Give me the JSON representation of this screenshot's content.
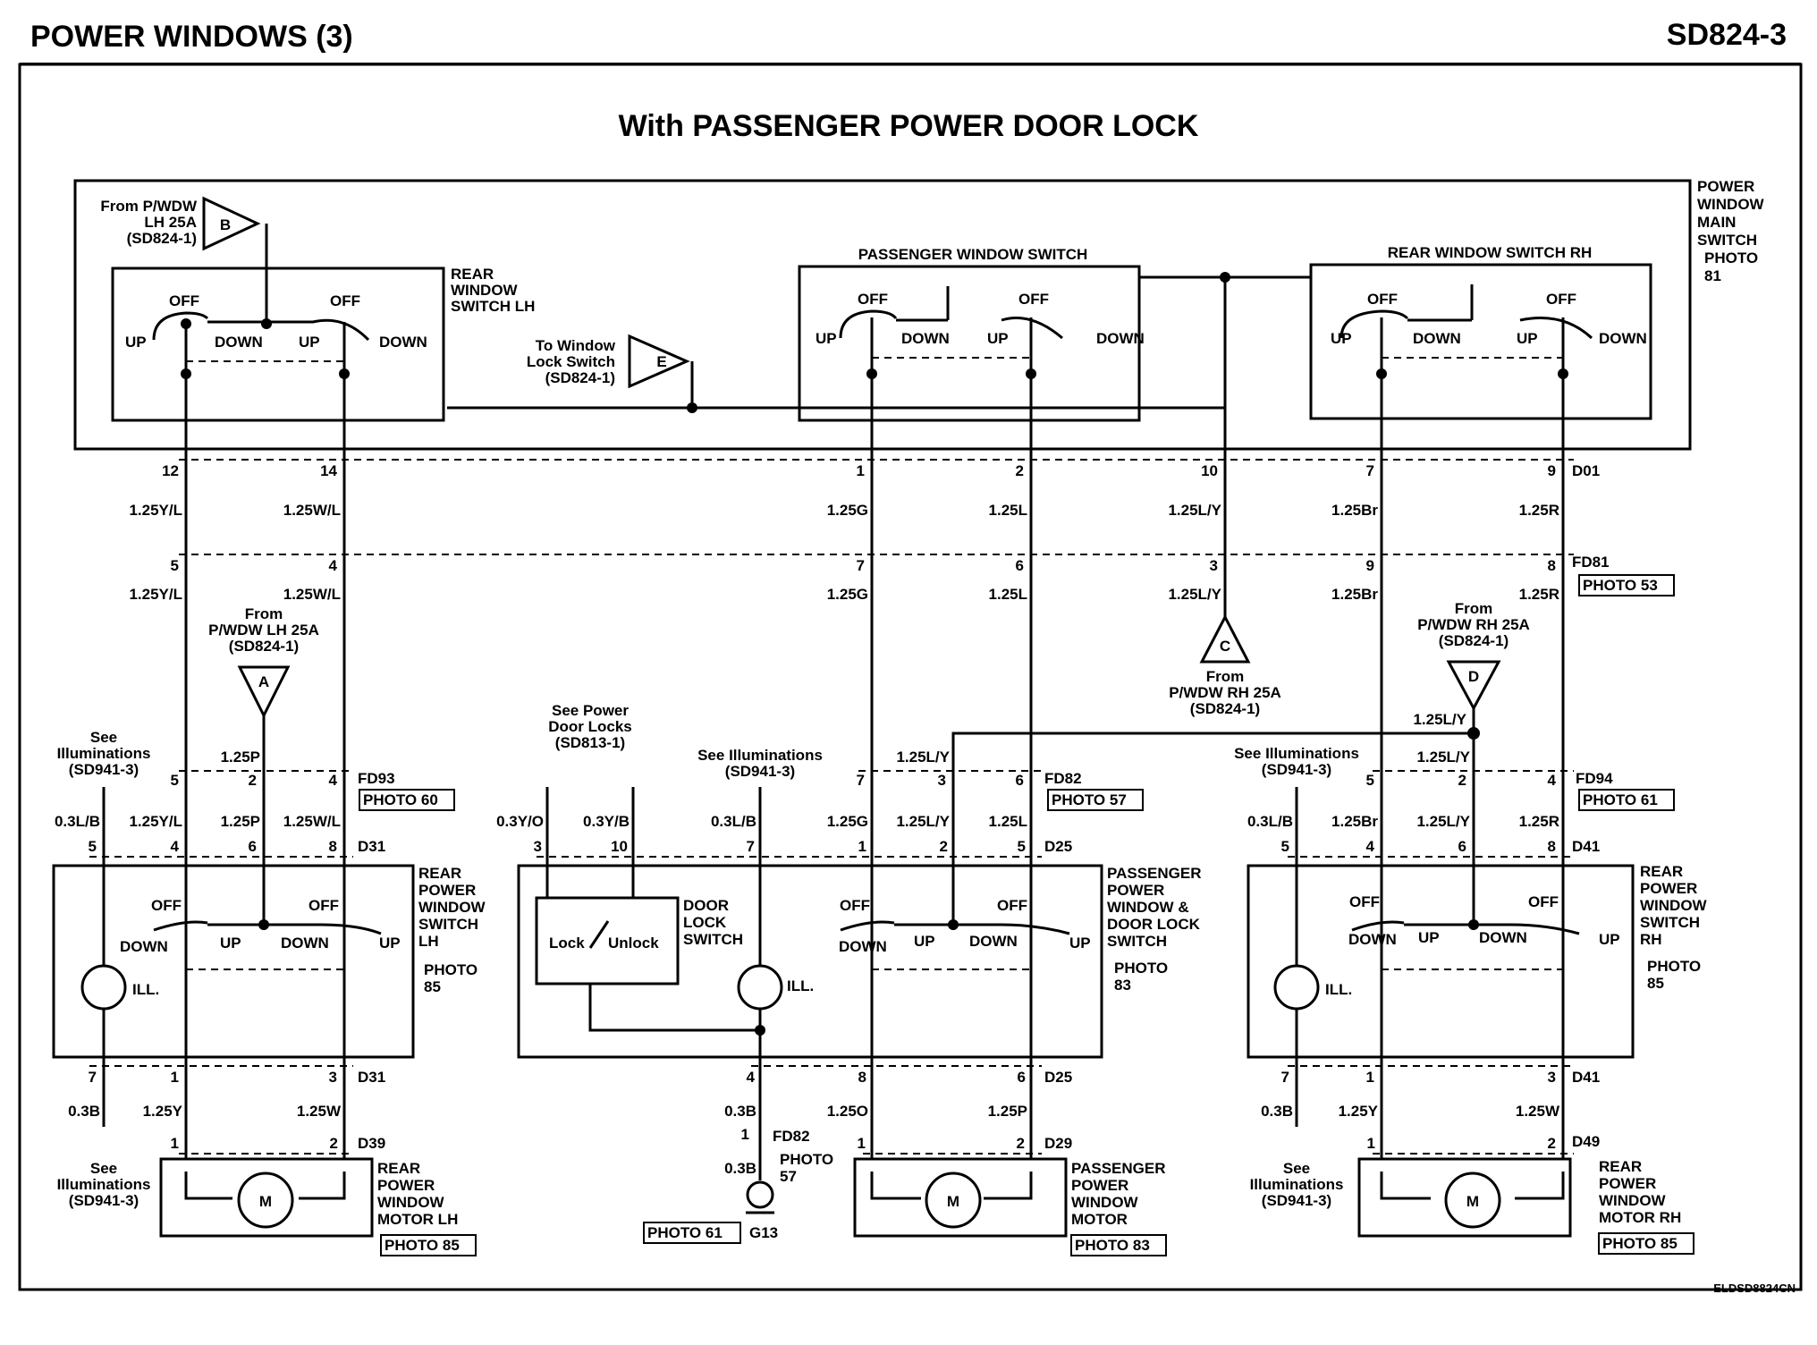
{
  "page": {
    "title": "POWER WINDOWS (3)",
    "code": "SD824-3",
    "subtitle": "With PASSENGER POWER DOOR LOCK",
    "footer_code": "ELDSD8824CN"
  },
  "main_switch": {
    "label": [
      "POWER",
      "WINDOW",
      "MAIN",
      "SWITCH"
    ],
    "photo": [
      "PHOTO",
      "81"
    ],
    "from_b": [
      "From P/WDW",
      "LH 25A",
      "(SD824-1)"
    ],
    "connector_b": "B",
    "to_e": [
      "To Window",
      "Lock Switch",
      "(SD824-1)"
    ],
    "connector_e": "E",
    "rear_lh_label": [
      "REAR",
      "WINDOW",
      "SWITCH LH"
    ],
    "passenger_label": "PASSENGER WINDOW SWITCH",
    "rear_rh_label": "REAR WINDOW SWITCH RH",
    "off": "OFF",
    "up": "UP",
    "down": "DOWN"
  },
  "wires": {
    "d01": {
      "pins": [
        "12",
        "14",
        "1",
        "2",
        "10",
        "7",
        "9"
      ],
      "tag": "D01",
      "colors": [
        "1.25Y/L",
        "1.25W/L",
        "1.25G",
        "1.25L",
        "1.25L/Y",
        "1.25Br",
        "1.25R"
      ]
    },
    "fd81": {
      "pins": [
        "5",
        "4",
        "7",
        "6",
        "3",
        "9",
        "8"
      ],
      "tag": "FD81",
      "photo": "PHOTO 53",
      "colors": [
        "1.25Y/L",
        "1.25W/L",
        "1.25G",
        "1.25L",
        "1.25L/Y",
        "1.25Br",
        "1.25R"
      ]
    },
    "from_a": [
      "From",
      "P/WDW LH 25A",
      "(SD824-1)"
    ],
    "connector_a": "A",
    "from_c": [
      "From",
      "P/WDW RH 25A",
      "(SD824-1)"
    ],
    "connector_c": "C",
    "from_d": [
      "From",
      "P/WDW RH 25A",
      "(SD824-1)"
    ],
    "connector_d": "D",
    "see_illum": [
      "See",
      "Illuminations",
      "(SD941-3)"
    ],
    "see_illum_b": [
      "See Illuminations",
      "(SD941-3)"
    ],
    "see_door_locks": [
      "See Power",
      "Door Locks",
      "(SD813-1)"
    ],
    "fd93": {
      "pins": [
        "5",
        "2",
        "4"
      ],
      "tag": "FD93",
      "photo": "PHOTO 60",
      "mid": "1.25P"
    },
    "fd82": {
      "pins": [
        "7",
        "3",
        "6"
      ],
      "tag": "FD82",
      "photo": "PHOTO 57",
      "mid": "1.25L/Y"
    },
    "fd94": {
      "pins": [
        "5",
        "2",
        "4"
      ],
      "tag": "FD94",
      "photo": "PHOTO 61",
      "mid": "1.25L/Y"
    },
    "junction_rh": "1.25L/Y"
  },
  "rear_lh": {
    "top_pins": [
      "5",
      "4",
      "6",
      "8"
    ],
    "top_tag": "D31",
    "top_colors": [
      "0.3L/B",
      "1.25Y/L",
      "1.25P",
      "1.25W/L"
    ],
    "label": [
      "REAR",
      "POWER",
      "WINDOW",
      "SWITCH",
      "LH"
    ],
    "photo": [
      "PHOTO",
      "85"
    ],
    "bottom_pins": [
      "7",
      "1",
      "3"
    ],
    "bottom_tag": "D31",
    "bottom_colors": [
      "0.3B",
      "1.25Y",
      "1.25W"
    ],
    "motor_pins": [
      "1",
      "2"
    ],
    "motor_tag": "D39",
    "motor_label": [
      "REAR",
      "POWER",
      "WINDOW",
      "MOTOR LH"
    ],
    "motor_photo": "PHOTO 85",
    "ill": "ILL.",
    "m": "M"
  },
  "passenger": {
    "top_pins": [
      "3",
      "10",
      "7",
      "1",
      "2",
      "5"
    ],
    "top_tag": "D25",
    "top_colors": [
      "0.3Y/O",
      "0.3Y/B",
      "0.3L/B",
      "1.25G",
      "1.25L/Y",
      "1.25L"
    ],
    "label": [
      "PASSENGER",
      "POWER",
      "WINDOW &",
      "DOOR LOCK",
      "SWITCH"
    ],
    "photo": [
      "PHOTO",
      "83"
    ],
    "door_lock": [
      "DOOR",
      "LOCK",
      "SWITCH"
    ],
    "lock": "Lock",
    "unlock": "Unlock",
    "bottom_pins": [
      "4",
      "8",
      "6"
    ],
    "bottom_tag": "D25",
    "bottom_colors": [
      "0.3B",
      "1.25O",
      "1.25P"
    ],
    "ground_pin": "1",
    "ground_tag": "FD82",
    "ground_photo": [
      "PHOTO",
      "57"
    ],
    "ground_wire": "0.3B",
    "ground_photo2": "PHOTO 61",
    "ground_name": "G13",
    "motor_pins": [
      "1",
      "2"
    ],
    "motor_tag": "D29",
    "motor_label": [
      "PASSENGER",
      "POWER",
      "WINDOW",
      "MOTOR"
    ],
    "motor_photo": "PHOTO 83"
  },
  "rear_rh": {
    "top_pins": [
      "5",
      "4",
      "6",
      "8"
    ],
    "top_tag": "D41",
    "top_colors": [
      "0.3L/B",
      "1.25Br",
      "1.25L/Y",
      "1.25R"
    ],
    "label": [
      "REAR",
      "POWER",
      "WINDOW",
      "SWITCH",
      "RH"
    ],
    "photo": [
      "PHOTO",
      "85"
    ],
    "bottom_pins": [
      "7",
      "1",
      "3"
    ],
    "bottom_tag": "D41",
    "bottom_colors": [
      "0.3B",
      "1.25Y",
      "1.25W"
    ],
    "motor_pins": [
      "1",
      "2"
    ],
    "motor_tag": "D49",
    "motor_label": [
      "REAR",
      "POWER",
      "WINDOW",
      "MOTOR RH"
    ],
    "motor_photo": "PHOTO 85"
  }
}
